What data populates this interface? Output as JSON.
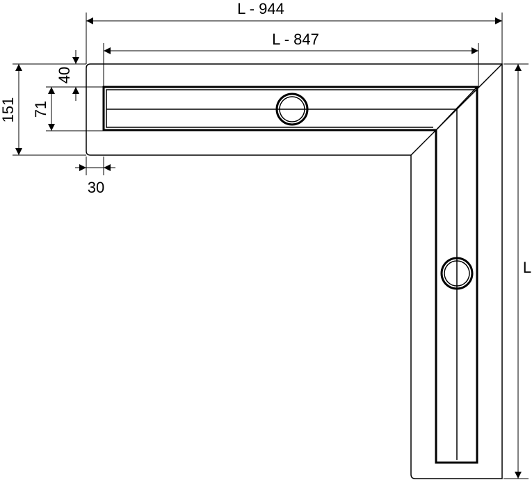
{
  "dimensions": {
    "overall_width": "L - 944",
    "channel_width": "L - 847",
    "side_length": "L",
    "total_depth": "151",
    "channel_depth": "71",
    "edge_offset": "40",
    "end_offset": "30"
  },
  "colors": {
    "line": "#000000",
    "background": "#ffffff"
  }
}
